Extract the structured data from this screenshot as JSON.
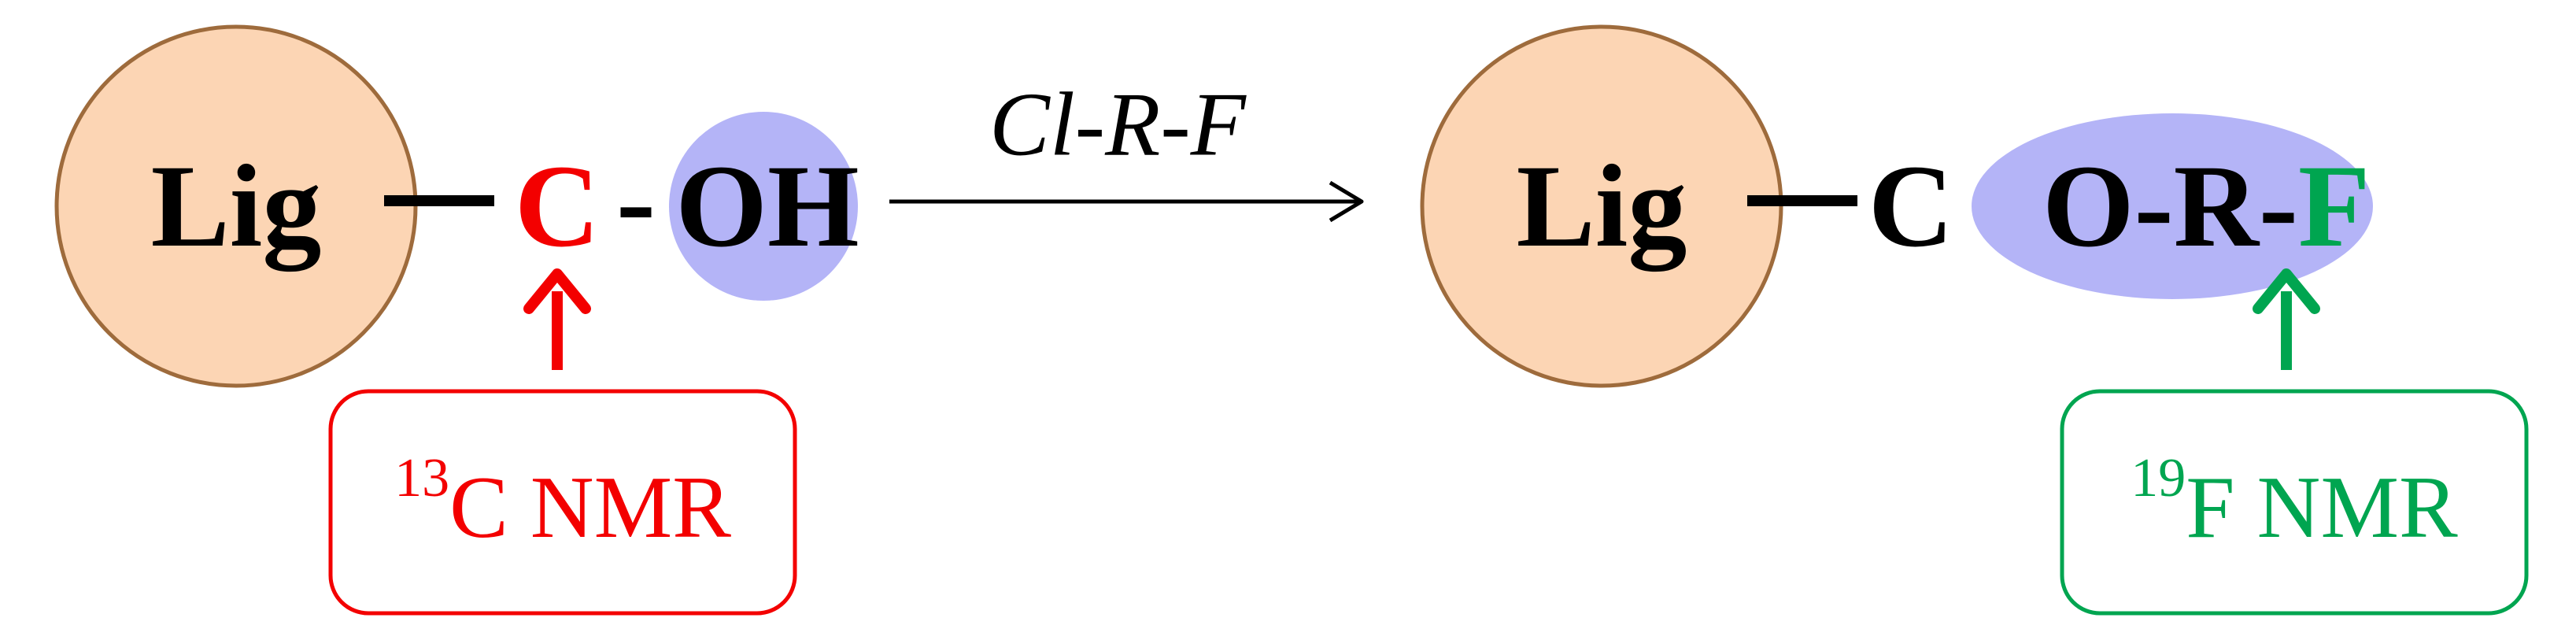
{
  "left": {
    "ligand_label": "Lig",
    "carbon_label": "C",
    "bond_dash": "-",
    "hydroxyl_label": "OH",
    "nmr_mass": "13",
    "nmr_text": "C NMR"
  },
  "reaction": {
    "reagent": "Cl-R-F"
  },
  "right": {
    "ligand_label": "Lig",
    "carbon_label": "C",
    "bond_dash": "-",
    "ester_label": "O-R-",
    "fluorine_label": "F",
    "nmr_mass": "19",
    "nmr_text": "F NMR"
  },
  "colors": {
    "ligand_fill": "#fcd5b4",
    "ligand_stroke": "#9e6b3c",
    "group_fill": "#b4b4f7",
    "carbon_red": "#f30000",
    "fluorine_green": "#00a550",
    "text_dark": "#000000"
  }
}
